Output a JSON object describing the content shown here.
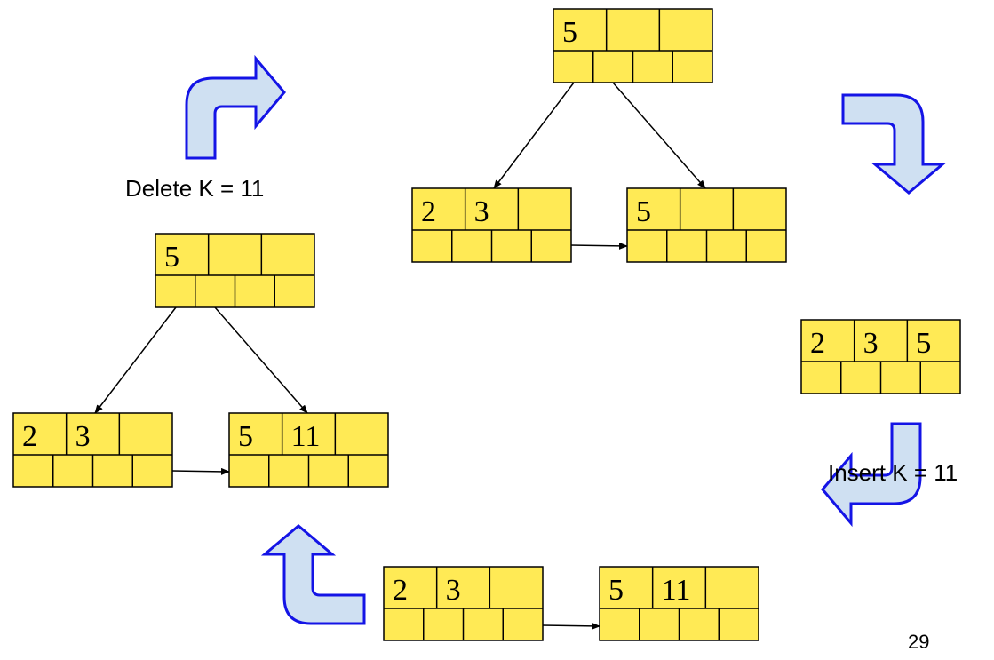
{
  "colors": {
    "node_fill": "#FFEA55",
    "node_stroke": "#000000",
    "arrow_fill": "#CFE0F2",
    "arrow_stroke": "#1414E6"
  },
  "captions": {
    "delete": "Delete K = 11",
    "insert": "Insert K = 11"
  },
  "page_number": "29",
  "nodes": {
    "top_root": [
      "5",
      "",
      ""
    ],
    "top_leaf_left": [
      "2",
      "3",
      ""
    ],
    "top_leaf_right": [
      "5",
      "",
      ""
    ],
    "single_leaf": [
      "2",
      "3",
      "5"
    ],
    "bottom_leaf_left": [
      "2",
      "3",
      ""
    ],
    "bottom_leaf_right": [
      "5",
      "11",
      ""
    ],
    "left_root": [
      "5",
      "",
      ""
    ],
    "left_leaf_left": [
      "2",
      "3",
      ""
    ],
    "left_leaf_right": [
      "5",
      "11",
      ""
    ]
  },
  "icons": [
    "curved-arrow-icon"
  ]
}
